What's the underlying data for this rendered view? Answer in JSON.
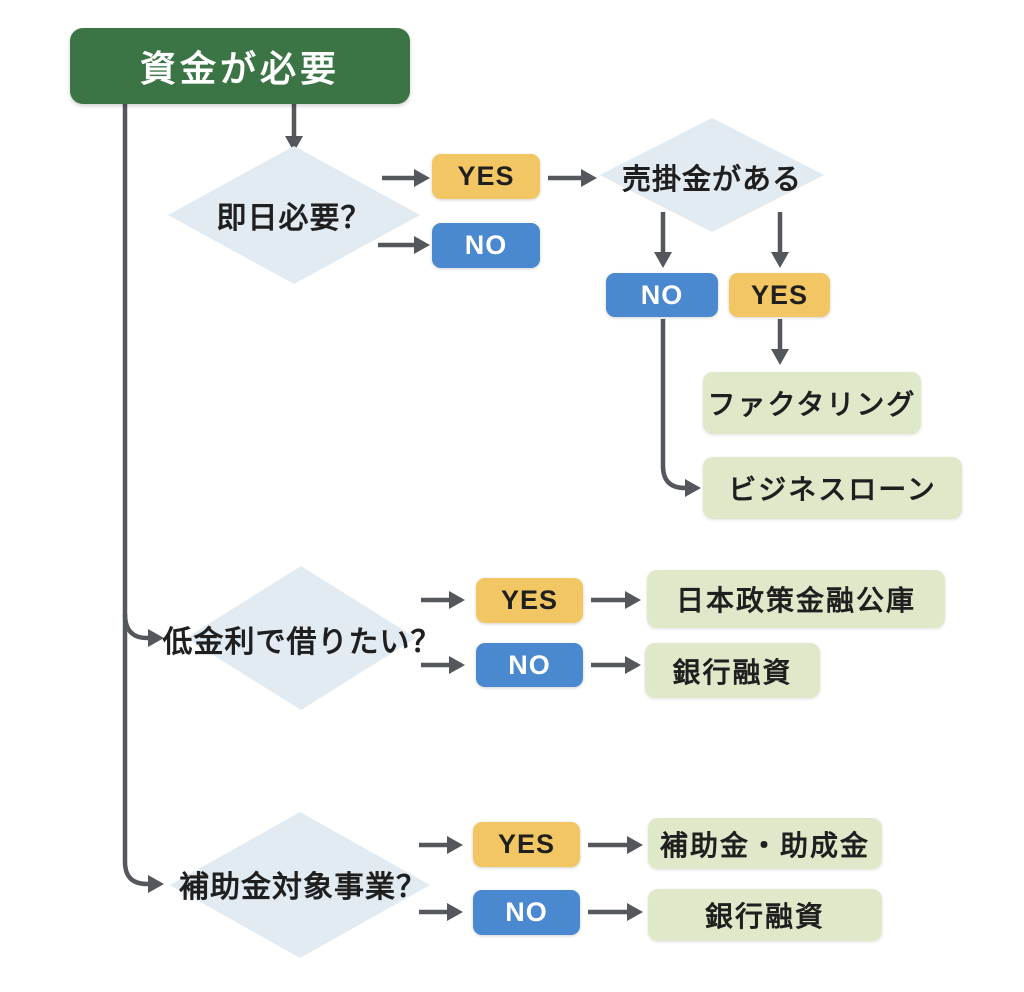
{
  "diagram": {
    "start": "資金が必要",
    "labels": {
      "yes": "YES",
      "no": "NO"
    },
    "decisions": {
      "same_day": "即日必要？",
      "receivables": "売掛金がある",
      "low_interest": "低金利で借りたい？",
      "subsidy_eligible": "補助金対象事業？"
    },
    "results": {
      "factoring": "ファクタリング",
      "business_loan": "ビジネスローン",
      "jfc": "日本政策金融公庫",
      "bank_loan_low": "銀行融資",
      "subsidy_grant": "補助金・助成金",
      "bank_loan_subsidy": "銀行融資"
    },
    "edges": [
      {
        "from": "start",
        "to": "same_day"
      },
      {
        "from": "start",
        "to": "low_interest"
      },
      {
        "from": "start",
        "to": "subsidy_eligible"
      },
      {
        "from": "same_day",
        "label": "YES",
        "to": "receivables"
      },
      {
        "from": "same_day",
        "label": "NO"
      },
      {
        "from": "receivables",
        "label": "NO",
        "to": "business_loan"
      },
      {
        "from": "receivables",
        "label": "YES",
        "to": "factoring"
      },
      {
        "from": "low_interest",
        "label": "YES",
        "to": "jfc"
      },
      {
        "from": "low_interest",
        "label": "NO",
        "to": "bank_loan_low"
      },
      {
        "from": "subsidy_eligible",
        "label": "YES",
        "to": "subsidy_grant"
      },
      {
        "from": "subsidy_eligible",
        "label": "NO",
        "to": "bank_loan_subsidy"
      }
    ]
  },
  "colors": {
    "start_bg": "#3b7546",
    "yes_bg": "#f2c662",
    "no_bg": "#4a89d0",
    "decision_bg": "#e2eaf2",
    "result_bg": "#dfe9ca",
    "connector": "#54585c",
    "text_dark": "#1f1f1f",
    "text_light": "#ffffff"
  }
}
